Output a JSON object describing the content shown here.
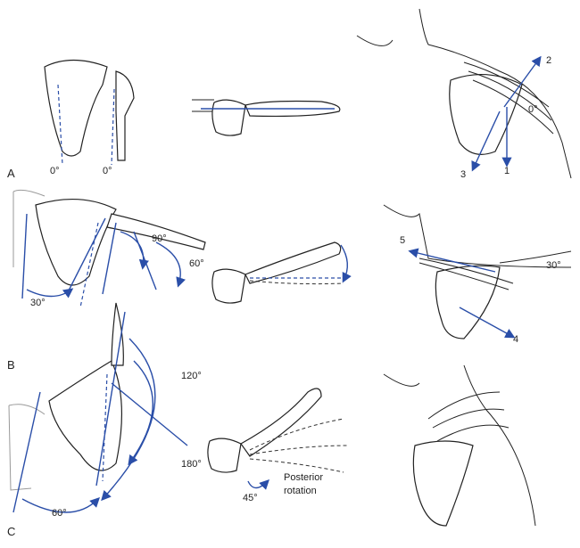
{
  "rows": {
    "a": "A",
    "b": "B",
    "c": "C"
  },
  "row_a": {
    "scap_left": "0°",
    "scap_right": "0°",
    "clavicle": "0°",
    "arrow_2": "2",
    "arrow_3": "3",
    "arrow_1": "1"
  },
  "row_b": {
    "angle_90": "90°",
    "angle_60": "60°",
    "scap_30": "30°",
    "clav_30": "30°",
    "arrow_5": "5",
    "arrow_4": "4"
  },
  "row_c": {
    "angle_120": "120°",
    "angle_180": "180°",
    "scap_60": "60°",
    "clav_45": "45°",
    "rotation_line1": "Posterior",
    "rotation_line2": "rotation"
  },
  "colors": {
    "accent": "#2a4ea8"
  }
}
